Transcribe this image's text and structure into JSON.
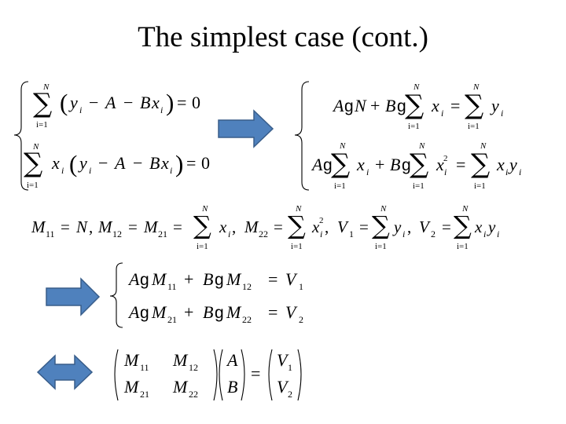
{
  "slide": {
    "title": "The simplest case (cont.)"
  },
  "math": {
    "sum_upper": "N",
    "sum_lower": "i=1",
    "op_times": "g",
    "x": "x",
    "y": "y",
    "i": "i",
    "A": "A",
    "B": "B",
    "N": "N",
    "M": "M",
    "V": "V",
    "minus": "−",
    "plus": "+",
    "equals": "=",
    "zero": "0",
    "sq": "2",
    "comma": ",",
    "idx_11": "11",
    "idx_12": "12",
    "idx_21": "21",
    "idx_22": "22",
    "idx_1": "1",
    "idx_2": "2"
  },
  "colors": {
    "arrow_fill": "#4f81bd",
    "arrow_stroke": "#385d8a"
  },
  "icons": {
    "right_arrow": "right-arrow-icon",
    "double_arrow": "left-right-arrow-icon"
  }
}
